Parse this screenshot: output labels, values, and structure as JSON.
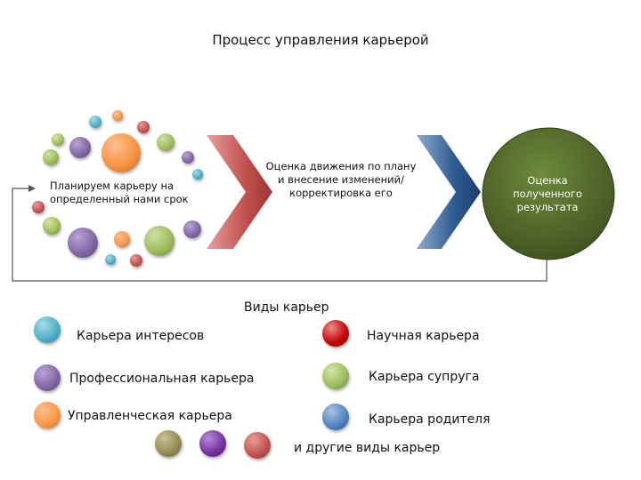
{
  "title": "Процесс управления карьерой",
  "process": {
    "step1": "Планируем карьеру на определенный нами срок",
    "step2": "Оценка движения по плану и внесение изменений/корректировка его",
    "step3": "Оценка полученного результата"
  },
  "career_types": {
    "heading": "Виды карьер",
    "items": [
      {
        "label": "Карьера интересов",
        "color": "#4bacc6"
      },
      {
        "label": "Профессиональная карьера",
        "color": "#8064a2"
      },
      {
        "label": "Управленческая карьера",
        "color": "#f79646"
      },
      {
        "label": "Научная карьера",
        "color": "#c00000"
      },
      {
        "label": "Карьера супруга",
        "color": "#9bbb59"
      },
      {
        "label": "Карьера родителя",
        "color": "#4f81bd"
      }
    ],
    "others": "и другие виды карьер",
    "other_colors": [
      "#948a54",
      "#7030a0",
      "#c0504d"
    ]
  },
  "colors": {
    "chevron_red": "#c0504d",
    "chevron_blue": "#1f497d",
    "result_circle": "#4f6228"
  }
}
